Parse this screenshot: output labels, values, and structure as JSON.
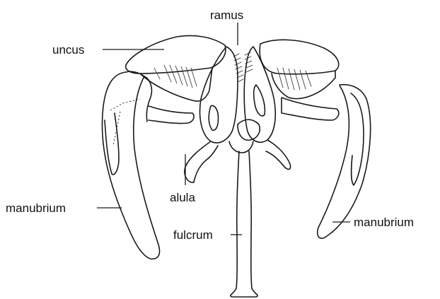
{
  "labels": {
    "ramus": "ramus",
    "uncus": "uncus",
    "manubrium_left": "manubrium",
    "alula": "alula",
    "fulcrum": "fulcrum",
    "manubrium_right": "manubrium"
  }
}
